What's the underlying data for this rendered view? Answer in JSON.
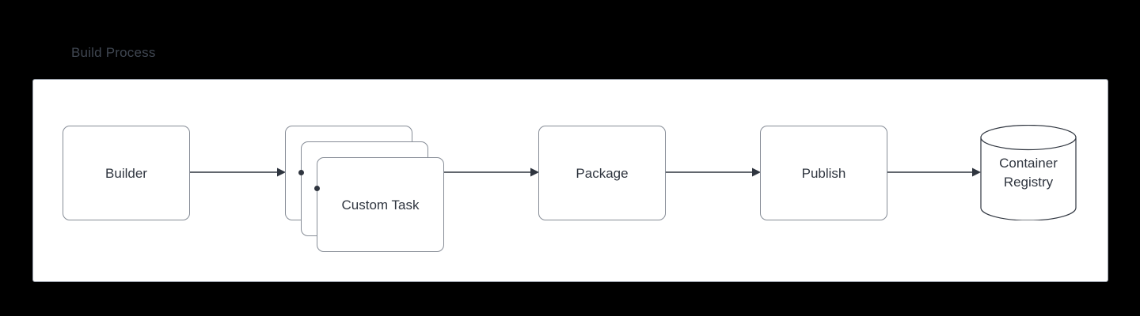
{
  "diagram": {
    "title": "Build Process",
    "colors": {
      "background": "#000000",
      "panel_fill": "#ffffff",
      "panel_border": "#9aa0aa",
      "node_border": "#868c96",
      "node_fill": "#ffffff",
      "text": "#2f353f",
      "title_text": "#3f4651",
      "connector": "#2f353f"
    },
    "nodes": [
      {
        "id": "builder",
        "label": "Builder",
        "shape": "rounded-rectangle"
      },
      {
        "id": "custom-task",
        "label": "Custom Task",
        "shape": "stacked-rounded-rectangles",
        "stack_count": 3
      },
      {
        "id": "package",
        "label": "Package",
        "shape": "rounded-rectangle"
      },
      {
        "id": "publish",
        "label": "Publish",
        "shape": "rounded-rectangle"
      },
      {
        "id": "container-registry",
        "label_line1": "Container",
        "label_line2": "Registry",
        "shape": "cylinder"
      }
    ],
    "connectors": [
      {
        "from": "builder",
        "to": "custom-task",
        "style": "solid-arrow"
      },
      {
        "from": "custom-task",
        "to": "package",
        "style": "solid-arrow"
      },
      {
        "from": "package",
        "to": "publish",
        "style": "solid-arrow"
      },
      {
        "from": "publish",
        "to": "container-registry",
        "style": "solid-arrow"
      }
    ]
  }
}
